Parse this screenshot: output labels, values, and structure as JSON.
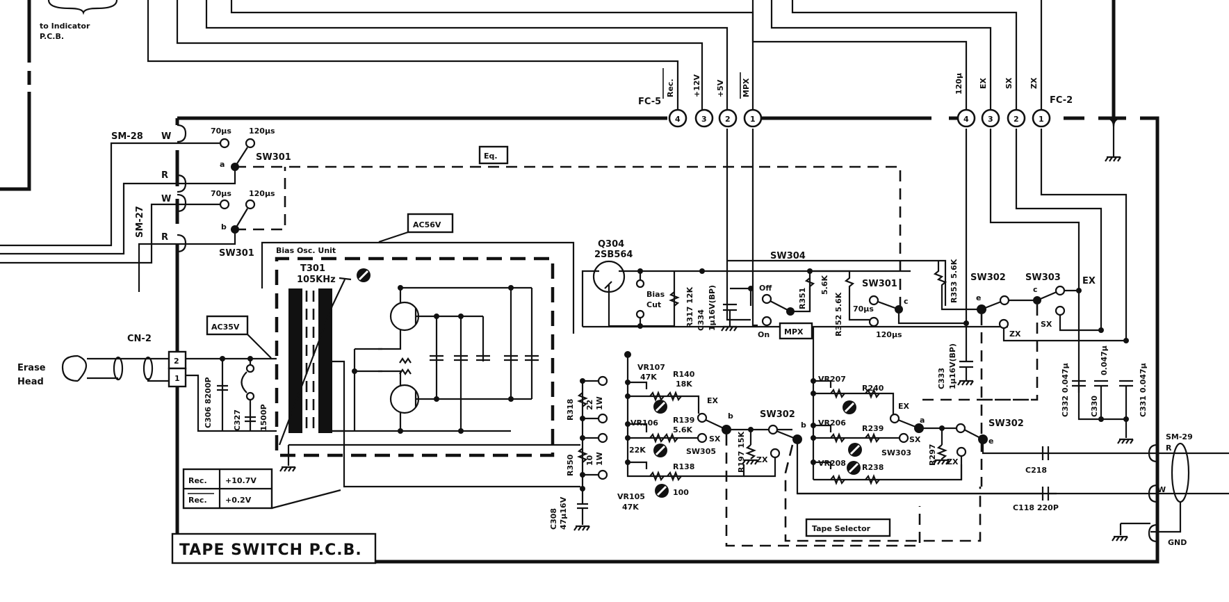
{
  "title": "TAPE SWITCH P.C.B.",
  "notes": {
    "indicator": "to Indicator",
    "indicator_pcb": "P.C.B.",
    "eq_box": "Eq.",
    "ac56v": "AC56V",
    "ac35v": "AC35V",
    "bias_unit": "Bias Osc. Unit",
    "tape_selector": "Tape Selector",
    "mpx_box": "MPX",
    "erase_head_1": "Erase",
    "erase_head_2": "Head",
    "cn2": "CN-2",
    "cn2_pin2": "2",
    "cn2_pin1": "1"
  },
  "voltage_table": {
    "rows": [
      {
        "signal": "Rec.",
        "value": "+10.7V"
      },
      {
        "signal": "Rec. (inverted)",
        "label": "Rec.",
        "value": "+0.2V"
      }
    ]
  },
  "connectors": {
    "fc5": {
      "name": "FC-5",
      "pins": [
        {
          "num": "4",
          "signal": "Rec."
        },
        {
          "num": "3",
          "signal": "+12V"
        },
        {
          "num": "2",
          "signal": "+5V"
        },
        {
          "num": "1",
          "signal": "MPX"
        }
      ]
    },
    "fc2": {
      "name": "FC-2",
      "pins": [
        {
          "num": "4",
          "signal": "120μ"
        },
        {
          "num": "3",
          "signal": "EX"
        },
        {
          "num": "2",
          "signal": "SX"
        },
        {
          "num": "1",
          "signal": "ZX"
        }
      ]
    },
    "sm28": {
      "name": "SM-28",
      "pins": [
        "W",
        "R"
      ]
    },
    "sm27": {
      "name": "SM-27",
      "pins": [
        "W",
        "R"
      ]
    },
    "sm29": {
      "name": "SM-29",
      "pins": [
        "R",
        "W",
        "GND"
      ]
    }
  },
  "switches": {
    "sw301a": {
      "name": "SW301",
      "pole": "a",
      "pos1": "70μs",
      "pos2": "120μs"
    },
    "sw301b": {
      "name": "SW301",
      "pole": "b",
      "pos1": "70μs",
      "pos2": "120μs"
    },
    "sw301c": {
      "name": "SW301",
      "pole": "c",
      "pos1": "70μs",
      "pos2": "120μs"
    },
    "sw304": {
      "name": "SW304",
      "pos1": "Off",
      "pos2": "On"
    },
    "sw302_top": {
      "name": "SW302",
      "pole": "e"
    },
    "sw303_top": {
      "name": "SW303",
      "pole": "c",
      "pos_ex": "EX",
      "pos_sx": "SX",
      "pos_zx": "ZX"
    },
    "sw302_b": {
      "name": "SW302",
      "pole": "b"
    },
    "sw302_e": {
      "name": "SW302",
      "pole": "e"
    },
    "sw305": {
      "name": "SW305",
      "ex": "EX",
      "sx": "SX",
      "zx": "ZX"
    },
    "sw303_a": {
      "name": "SW303",
      "pole": "a",
      "ex": "EX",
      "sx": "SX",
      "zx": "ZX"
    },
    "bias_cut": {
      "line1": "Bias",
      "line2": "Cut"
    }
  },
  "components": {
    "q304": {
      "ref": "Q304",
      "part": "2SB564"
    },
    "t301": {
      "ref": "T301",
      "value": "105KHz"
    },
    "r317": "R317 12K",
    "c334": "C334",
    "c334_val": "1μ16V(BP)",
    "r351": "R351",
    "r351_val": "5.6K",
    "r352": "R352 5.6K",
    "r353": "R353 5.6K",
    "c333": "C333",
    "c333_val": "1μ16V(BP)",
    "c332": "C332 0.047μ",
    "c330": "C330",
    "c330_val": "0.047μ",
    "c331": "C331 0.047μ",
    "c306": "C306 8200P",
    "c327": "C327",
    "c327_val": "1500P",
    "r318": "R318",
    "r318_val1": "22",
    "r318_val2": "1W",
    "r350": "R350",
    "r350_val1": "10",
    "r350_val2": "1W",
    "c308": "C308",
    "c308_val": "47μ16V",
    "vr107": "VR107",
    "vr107_val": "47K",
    "r140": "R140",
    "r140_val": "18K",
    "vr106": "VR106",
    "vr106_val": "22K",
    "r139": "R139",
    "r139_val": "5.6K",
    "r138": "R138",
    "r138_val": "100",
    "vr105": "VR105",
    "vr105_val": "47K",
    "r197": "R197 15K",
    "vr207": "VR207",
    "r240": "R240",
    "vr206": "VR206",
    "r239": "R239",
    "vr208": "VR208",
    "r238": "R238",
    "r297": "R297",
    "c218": "C218",
    "c118": "C118 220P"
  }
}
